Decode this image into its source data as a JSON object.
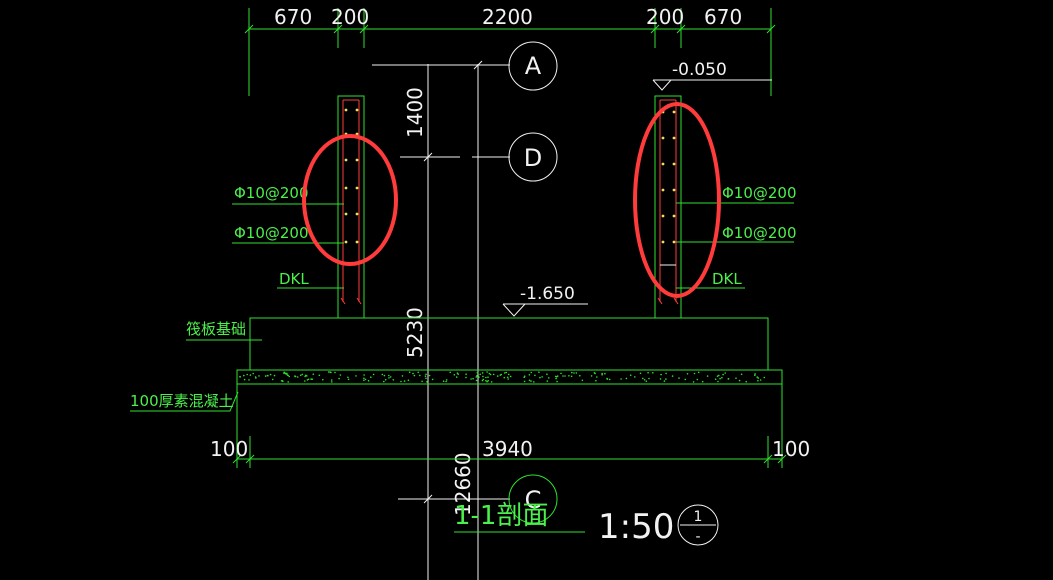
{
  "dimensions": {
    "top": [
      "670",
      "200",
      "2200",
      "200",
      "670"
    ],
    "vertical_upper": "1400",
    "vertical_lower": "5230",
    "vertical_bottom": "12660",
    "bottom_left": "100",
    "bottom_mid": "3940",
    "bottom_right": "100"
  },
  "axes": {
    "a": "A",
    "d": "D",
    "c": "C"
  },
  "elevations": {
    "top": "-0.050",
    "mid": "-1.650"
  },
  "rebar": {
    "left_1": "Φ10@200",
    "left_2": "Φ10@200",
    "right_1": "Φ10@200",
    "right_2": "Φ10@200"
  },
  "labels": {
    "dkl_left": "DKL",
    "dkl_right": "DKL",
    "raft": "筏板基础",
    "concrete": "100厚素混凝土"
  },
  "title": {
    "section": "1-1剖面",
    "scale": "1:50",
    "ref_top": "1",
    "ref_bottom": "-"
  },
  "colors": {
    "background": "#000000",
    "lines": "#2fe02f",
    "text": "#f2f2f2",
    "highlight": "#ff3b3b",
    "rebar_dots": "#f0e060"
  }
}
